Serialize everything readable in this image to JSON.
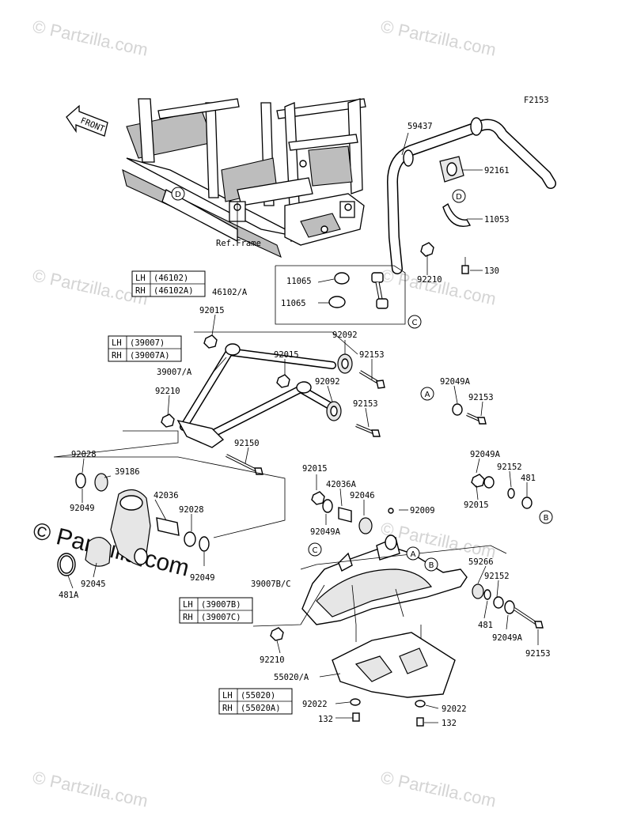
{
  "figure_code": "F2153",
  "front_label": "FRONT",
  "ref_frame_label": "Ref.Frame",
  "watermark": "© Partzilla.com",
  "part_labels": {
    "p59437": "59437",
    "p92161": "92161",
    "p11053": "11053",
    "p130": "130",
    "p92210_top": "92210",
    "p11065_a": "11065",
    "p11065_b": "11065",
    "p46102A": "46102/A",
    "p92015_a": "92015",
    "p92092_a": "92092",
    "p92153_a": "92153",
    "p92015_b": "92015",
    "p39007A": "39007/A",
    "p92092_b": "92092",
    "p92210_mid": "92210",
    "p92153_b": "92153",
    "p92049A_a": "92049A",
    "p92153_c": "92153",
    "p92150": "92150",
    "p92028_a": "92028",
    "p39186": "39186",
    "p42036": "42036",
    "p92028_b": "92028",
    "p92049_a": "92049",
    "p92049_b": "92049",
    "p92045": "92045",
    "p481A": "481A",
    "p92049A_b": "92049A",
    "p92152_a": "92152",
    "p481_a": "481",
    "p92015_c": "92015",
    "p92015_d": "92015",
    "p42036A": "42036A",
    "p92046": "92046",
    "p92009": "92009",
    "p92049A_c": "92049A",
    "p59266": "59266",
    "p92152_b": "92152",
    "p481_b": "481",
    "p92049A_d": "92049A",
    "p92153_d": "92153",
    "p39007BC": "39007B/C",
    "p92210_bot": "92210",
    "p55020A": "55020/A",
    "p92022_a": "92022",
    "p92022_b": "92022",
    "p132_a": "132",
    "p132_b": "132"
  },
  "callouts": {
    "D1": "D",
    "D2": "D",
    "C1": "C",
    "C2": "C",
    "A1": "A",
    "A2": "A",
    "B1": "B",
    "B2": "B"
  },
  "lhrh_tables": [
    {
      "lh": "LH",
      "lh_part": "(46102)",
      "rh": "RH",
      "rh_part": "(46102A)"
    },
    {
      "lh": "LH",
      "lh_part": "(39007)",
      "rh": "RH",
      "rh_part": "(39007A)"
    },
    {
      "lh": "LH",
      "lh_part": "(39007B)",
      "rh": "RH",
      "rh_part": "(39007C)"
    },
    {
      "lh": "LH",
      "lh_part": "(55020)",
      "rh": "RH",
      "rh_part": "(55020A)"
    }
  ]
}
